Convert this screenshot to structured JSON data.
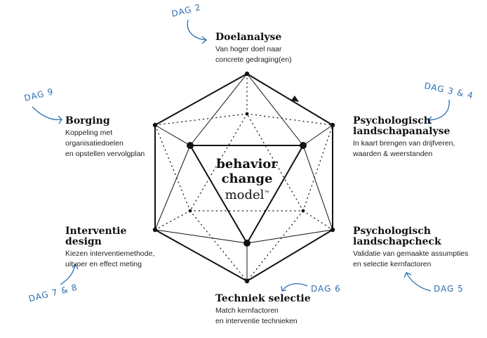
{
  "center": {
    "line1": "behavior",
    "line2": "change",
    "line3": "model",
    "mark": "™"
  },
  "steps": [
    {
      "title": "Doelanalyse",
      "desc": "Van hoger doel naar\nconcrete gedraging(en)"
    },
    {
      "title": "Psychologisch\nlandschapanalyse",
      "desc": "In kaart brengen van drijfveren,\nwaarden & weerstanden"
    },
    {
      "title": "Psychologisch\nlandschapcheck",
      "desc": "Validatie van gemaakte assumpties\nen selectie kernfactoren"
    },
    {
      "title": "Techniek selectie",
      "desc": "Match kernfactoren\nen interventie technieken"
    },
    {
      "title": "Interventie\ndesign",
      "desc": "Kiezen interventiemethode,\nuitvoer en effect meting"
    },
    {
      "title": "Borging",
      "desc": "Koppeling met\norganisatiedoelen\nen opstellen vervolgplan"
    }
  ],
  "days": [
    "DAG 2",
    "DAG 3 & 4",
    "DAG 5",
    "DAG 6",
    "DAG 7 & 8",
    "DAG 9"
  ],
  "colors": {
    "ink": "#111111",
    "day_blue": "#2f6fb0"
  }
}
